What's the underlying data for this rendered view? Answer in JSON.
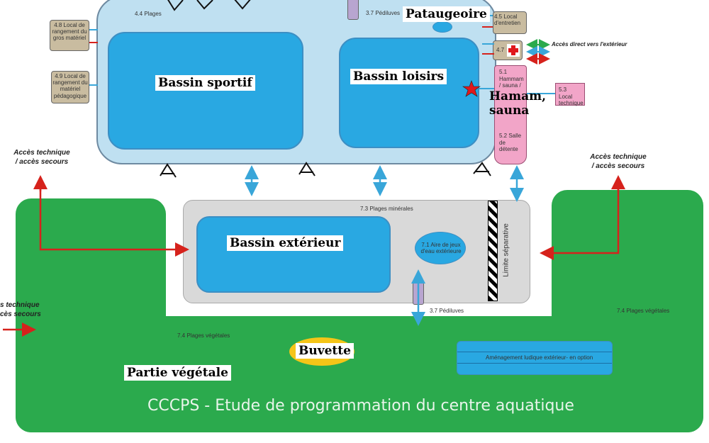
{
  "title": "CCCPS - Etude de programmation du centre aquatique",
  "pools": {
    "sportif": "Bassin sportif",
    "loisirs": "Bassin loisirs",
    "exterieur": "Bassin extérieur"
  },
  "labels": {
    "pataugeoire": "Pataugeoire",
    "hamam_line1": "Hamam,",
    "hamam_line2": "sauna",
    "buvette": "Buvette",
    "partie_vegetale": "Partie végétale"
  },
  "zones": {
    "plages_44": "4.4 Plages",
    "pediluves_top": "3.7 Pédiluves",
    "plages_minerales": "7.3 Plages minérales",
    "aire_jeux": "7.1 Aire de jeux d'eau extérieure",
    "limite": "Limite séparative",
    "pediluves_bottom": "3.7 Pédiluves",
    "plages_vegetales_left": "7.4 Plages végétales",
    "plages_vegetales_right": "7.4 Plages végétales",
    "amenagement": "Aménagement ludique extérieur- en option"
  },
  "rooms": {
    "local_48": "4.8 Local de rangement du gros matériel",
    "local_49": "4.9 Local de rangement du matériel pédagogique",
    "local_45": "4.5 Local d'entretien",
    "local_47": "4.7",
    "hammam_51": "5.1 Hammam / sauna /",
    "local_53": "5.3 Local technique",
    "salle_52": "5.2 Salle de détente"
  },
  "access": {
    "direct_ext": "Accès direct vers l'extérieur",
    "tech_left_1": "Accès technique",
    "tech_left_2": "/ accès secours",
    "tech_right_1": "Accès technique",
    "tech_right_2": "/ accès secours",
    "tech_edge_1": "s technique",
    "tech_edge_2": "cès secours"
  },
  "colors": {
    "green": "#2baa4d",
    "indoor": "#bfe0f1",
    "pool": "#29a8e2",
    "pink": "#f2a5c8",
    "arrow_red": "#d6221c",
    "arrow_blue": "#39a6d9"
  }
}
